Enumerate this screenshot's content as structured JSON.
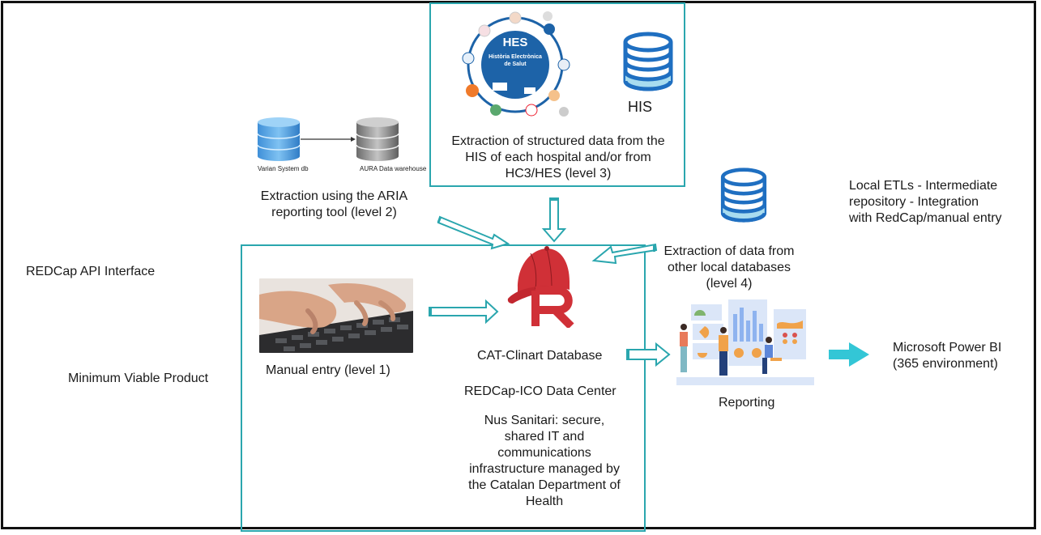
{
  "diagram": {
    "left_labels": {
      "api_interface": "REDCap API Interface",
      "mvp": "Minimum Viable Product"
    },
    "his_box": {
      "hes_graphic": {
        "center_title": "HES",
        "center_subtitle_line1": "Història Electrònica",
        "center_subtitle_line2": "de Salut"
      },
      "his_db_label": "HIS",
      "caption_lines": [
        "Extraction of structured data from the",
        "HIS of each hospital and/or from",
        "HC3/HES (level 3)"
      ]
    },
    "aria": {
      "source_db_label": "Varian System db",
      "target_db_label": "AURA Data warehouse",
      "caption_lines": [
        "Extraction using the ARIA",
        "reporting tool (level 2)"
      ]
    },
    "local_db": {
      "caption_lines": [
        "Extraction of data from",
        "other local databases",
        "(level 4)"
      ]
    },
    "local_etl": {
      "lines": [
        "Local ETLs - Intermediate",
        "repository - Integration",
        "with RedCap/manual entry"
      ]
    },
    "core_box": {
      "manual_entry": "Manual entry (level 1)",
      "database": "CAT-Clinart Database",
      "data_center": "REDCap-ICO Data Center",
      "infrastructure_lines": [
        "Nus Sanitari: secure,",
        "shared IT and",
        "communications",
        "infrastructure managed by",
        "the Catalan Department of",
        "Health"
      ]
    },
    "reporting": {
      "label": "Reporting"
    },
    "power_bi": {
      "lines": [
        "Microsoft Power BI",
        "(365 environment)"
      ]
    },
    "colors": {
      "teal": "#2aa6ae",
      "cyan_arrow": "#33c6d6",
      "db_blue": "#1f6fc1",
      "db_fill_light": "#a8dcef",
      "redcap_red": "#d03037",
      "hes_blue": "#1d63a8"
    }
  }
}
